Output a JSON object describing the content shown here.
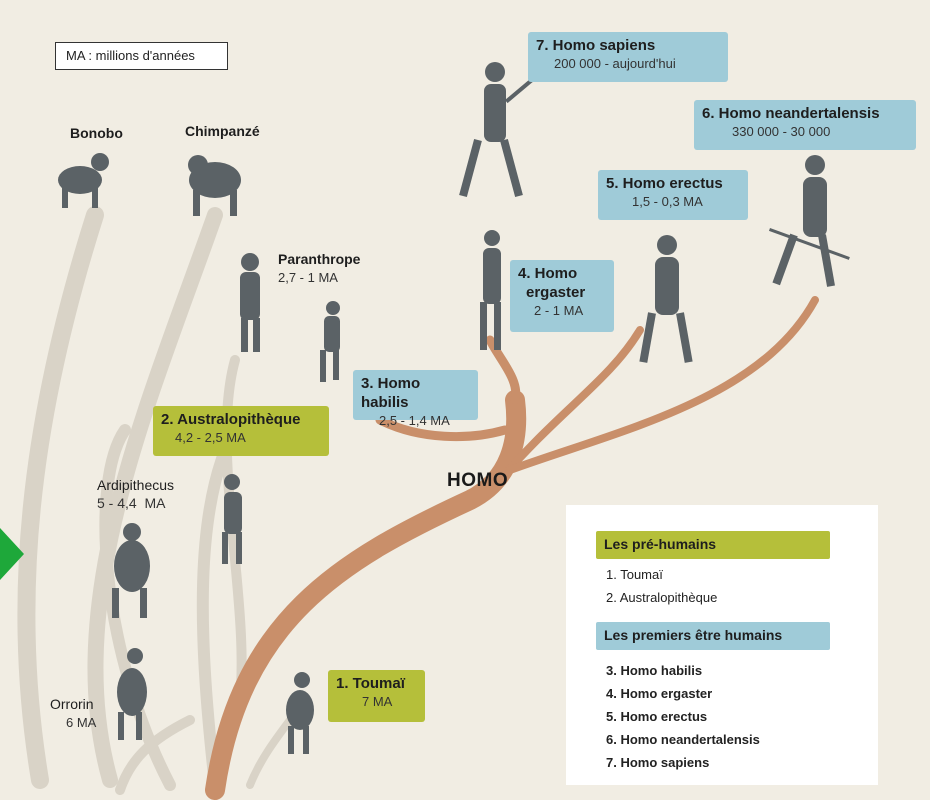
{
  "note": "MA : millions d'années",
  "center_label": "HOMO",
  "apes": [
    {
      "title": "Bonobo"
    },
    {
      "title": "Chimpanzé"
    }
  ],
  "species": [
    {
      "title": "7. Homo sapiens",
      "date": "200 000 - aujourd'hui"
    },
    {
      "title": "6. Homo neandertalensis",
      "date": "330 000 - 30 000"
    },
    {
      "title": "5. Homo erectus",
      "date": "1,5 - 0,3 MA"
    },
    {
      "title_line1": "4. Homo",
      "title_line2": "ergaster",
      "date": "2 - 1 MA"
    },
    {
      "title": "3. Homo habilis",
      "date": "2,5 - 1,4 MA"
    },
    {
      "title": "2. Australopithèque",
      "date": "4,2 - 2,5 MA"
    },
    {
      "title": "1. Toumaï",
      "date": "7 MA"
    }
  ],
  "others": [
    {
      "title": "Paranthrope",
      "date": "2,7 - 1 MA"
    },
    {
      "title": "Ardipithecus",
      "date": "5 - 4,4  MA"
    },
    {
      "title": "Orrorin",
      "date": "6 MA"
    }
  ],
  "legend": {
    "prehumans_heading": "Les pré-humains",
    "prehumans": [
      "1. Toumaï",
      "2. Australopithèque"
    ],
    "humans_heading": "Les premiers être humains",
    "humans": [
      "3. Homo habilis",
      "4. Homo ergaster",
      "5. Homo erectus",
      "6. Homo neandertalensis",
      "7. Homo sapiens"
    ]
  },
  "colors": {
    "background": "#f1ede3",
    "homo_branch": "#c98f6a",
    "other_branches": "#d9d3c7",
    "homo_label_bg": "#9fcbd8",
    "prehuman_label_bg": "#b5bf3a",
    "figure": "#5b6266",
    "arrow": "#1ea83a"
  }
}
